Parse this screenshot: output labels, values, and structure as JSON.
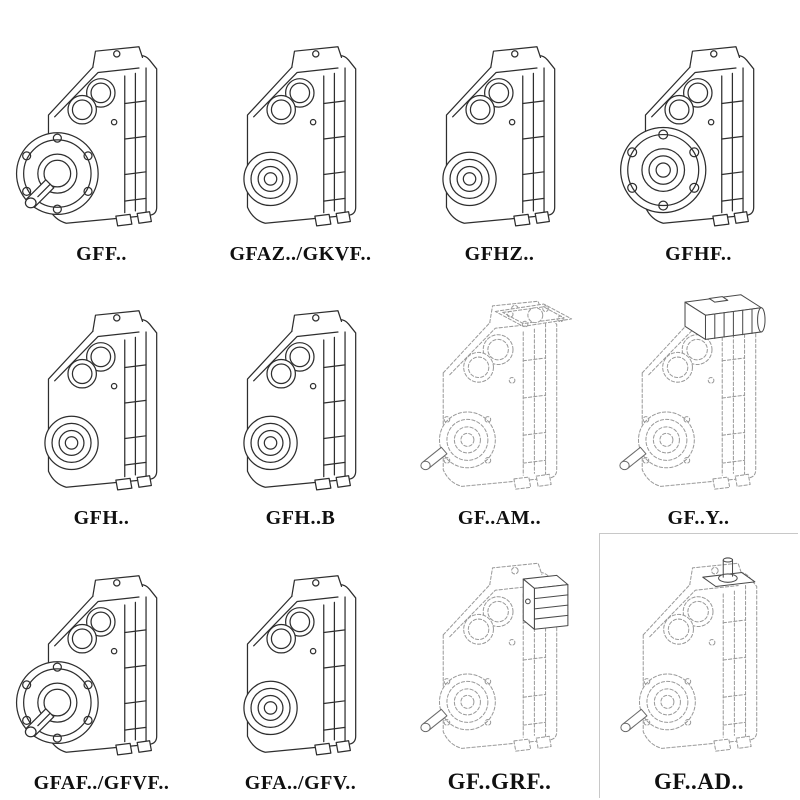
{
  "page": {
    "background": "#ffffff",
    "line_color": "#2e2e2e",
    "ghost_line_color": "#9a9a9a",
    "divider_color": "#c8c8c8"
  },
  "cells": [
    {
      "id": "gff",
      "label": "GFF..",
      "symbol": "#sym-gearbox-flange-shaft",
      "style": "solid"
    },
    {
      "id": "gfaz-gkvf",
      "label": "GFAZ../GKVF..",
      "symbol": "#sym-gearbox-bore",
      "style": "solid"
    },
    {
      "id": "gfhz",
      "label": "GFHZ..",
      "symbol": "#sym-gearbox-bore",
      "style": "solid"
    },
    {
      "id": "gfhf",
      "label": "GFHF..",
      "symbol": "#sym-gearbox-flange-front",
      "style": "solid"
    },
    {
      "id": "gfh",
      "label": "GFH..",
      "symbol": "#sym-gearbox-bore",
      "style": "solid"
    },
    {
      "id": "gfh-b",
      "label": "GFH..B",
      "symbol": "#sym-gearbox-bore",
      "style": "solid"
    },
    {
      "id": "gf-am",
      "label": "GF..AM..",
      "symbol": "#sym-gearbox-adapter-flange",
      "style": "ghost"
    },
    {
      "id": "gf-y",
      "label": "GF..Y..",
      "symbol": "#sym-gearbox-motor",
      "style": "ghost"
    },
    {
      "id": "gfaf-gfvf",
      "label": "GFAF../GFVF..",
      "symbol": "#sym-gearbox-flange-shaft",
      "style": "solid"
    },
    {
      "id": "gfa-gfv",
      "label": "GFA../GFV..",
      "symbol": "#sym-gearbox-bore",
      "style": "solid"
    },
    {
      "id": "gf-grf",
      "label": "GF..GRF..",
      "symbol": "#sym-gearbox-side-cover",
      "style": "ghost"
    },
    {
      "id": "gf-ad",
      "label": "GF..AD..",
      "symbol": "#sym-gearbox-input-shaft",
      "style": "ghost"
    }
  ]
}
